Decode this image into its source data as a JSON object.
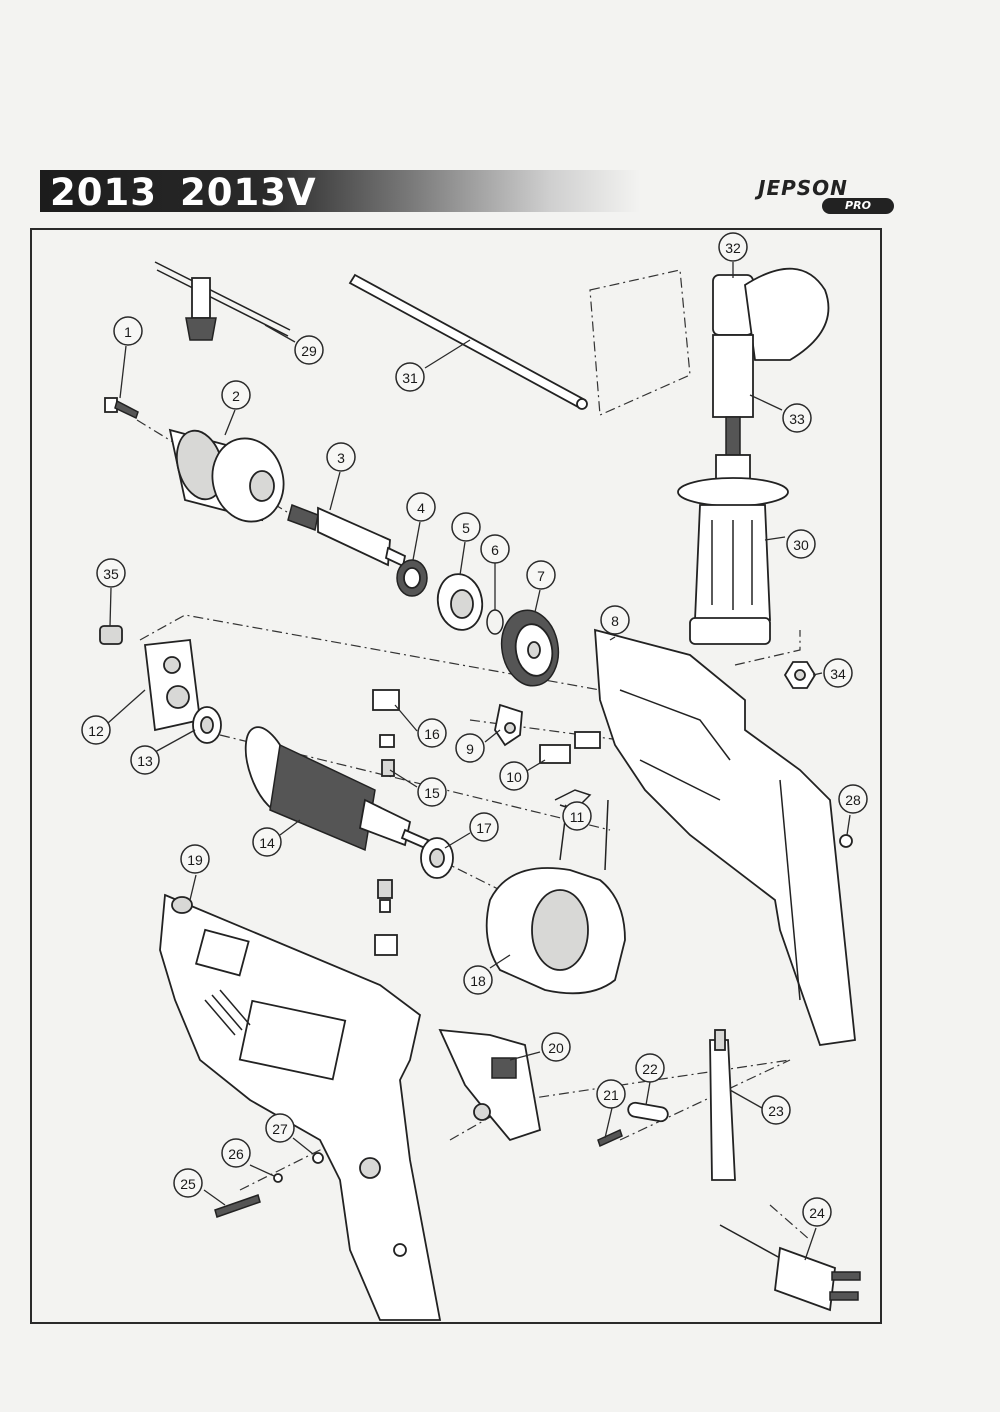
{
  "header": {
    "model_a": "2013",
    "model_b": "2013V",
    "brand_name": "JEPSON",
    "brand_sub": "PRO"
  },
  "parts": [
    {
      "num": "1",
      "icon": "screw"
    },
    {
      "num": "2",
      "icon": "drill-chuck"
    },
    {
      "num": "3",
      "icon": "spindle"
    },
    {
      "num": "4",
      "icon": "spring"
    },
    {
      "num": "5",
      "icon": "ball-bearing"
    },
    {
      "num": "6",
      "icon": "retaining-ring"
    },
    {
      "num": "7",
      "icon": "gear"
    },
    {
      "num": "8",
      "icon": "housing-half"
    },
    {
      "num": "9",
      "icon": "bracket"
    },
    {
      "num": "10",
      "icon": "switch-block"
    },
    {
      "num": "11",
      "icon": "spring-clip"
    },
    {
      "num": "12",
      "icon": "bearing-plate"
    },
    {
      "num": "13",
      "icon": "ball-bearing"
    },
    {
      "num": "14",
      "icon": "armature"
    },
    {
      "num": "15",
      "icon": "carbon-brush"
    },
    {
      "num": "16",
      "icon": "brush-cap"
    },
    {
      "num": "17",
      "icon": "ball-bearing"
    },
    {
      "num": "18",
      "icon": "field-coil"
    },
    {
      "num": "19",
      "icon": "housing"
    },
    {
      "num": "20",
      "icon": "trigger-switch"
    },
    {
      "num": "21",
      "icon": "screw"
    },
    {
      "num": "22",
      "icon": "cord-clamp"
    },
    {
      "num": "23",
      "icon": "cord-guard"
    },
    {
      "num": "24",
      "icon": "power-plug"
    },
    {
      "num": "25",
      "icon": "screw"
    },
    {
      "num": "26",
      "icon": "washer"
    },
    {
      "num": "27",
      "icon": "washer"
    },
    {
      "num": "28",
      "icon": "nut"
    },
    {
      "num": "29",
      "icon": "chuck-key"
    },
    {
      "num": "30",
      "icon": "side-handle"
    },
    {
      "num": "31",
      "icon": "depth-rod"
    },
    {
      "num": "32",
      "icon": "handle-clamp"
    },
    {
      "num": "33",
      "icon": "threaded-stud"
    },
    {
      "num": "34",
      "icon": "hex-nut"
    },
    {
      "num": "35",
      "icon": "bushing"
    }
  ]
}
